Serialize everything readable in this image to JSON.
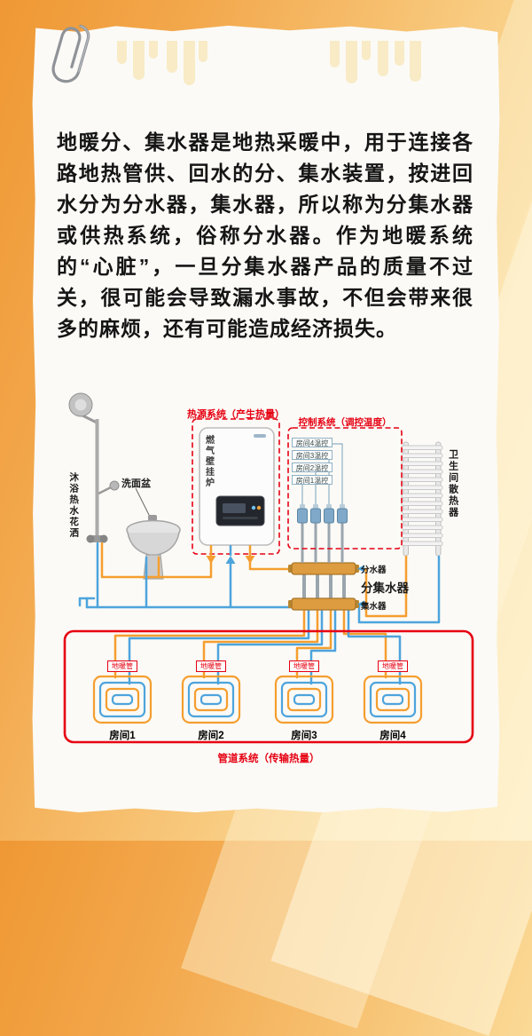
{
  "article": {
    "paragraph": "地暖分、集水器是地热采暖中，用于连接各路地热管供、回水的分、集水装置，按进回水分为分水器，集水器，所以称为分集水器或供热系统，俗称分水器。作为地暖系统的“心脏”，一旦分集水器产品的质量不过关，很可能会导致漏水事故，不但会带来很多的麻烦，还有可能造成经济损失。"
  },
  "diagram": {
    "sections": {
      "heat_source": "热源系统（产生热量）",
      "control": "控制系统（调控温度）",
      "pipes": "管道系统（传输热量）"
    },
    "labels": {
      "boiler": "燃气壁挂炉",
      "shower": "沐浴热水花洒",
      "sink": "洗面盆",
      "radiator": "卫生间散热器",
      "manifold": "分集水器",
      "supply": "分水器",
      "return": "集水器",
      "floor_pipe": "地暖管"
    },
    "thermostats": [
      "房间4温控",
      "房间3温控",
      "房间2温控",
      "房间1温控"
    ],
    "rooms": [
      "房间1",
      "房间2",
      "房间3",
      "房间4"
    ],
    "colors": {
      "hot": "#f59e2f",
      "cold": "#4da4dd",
      "accent": "#e60012"
    }
  }
}
